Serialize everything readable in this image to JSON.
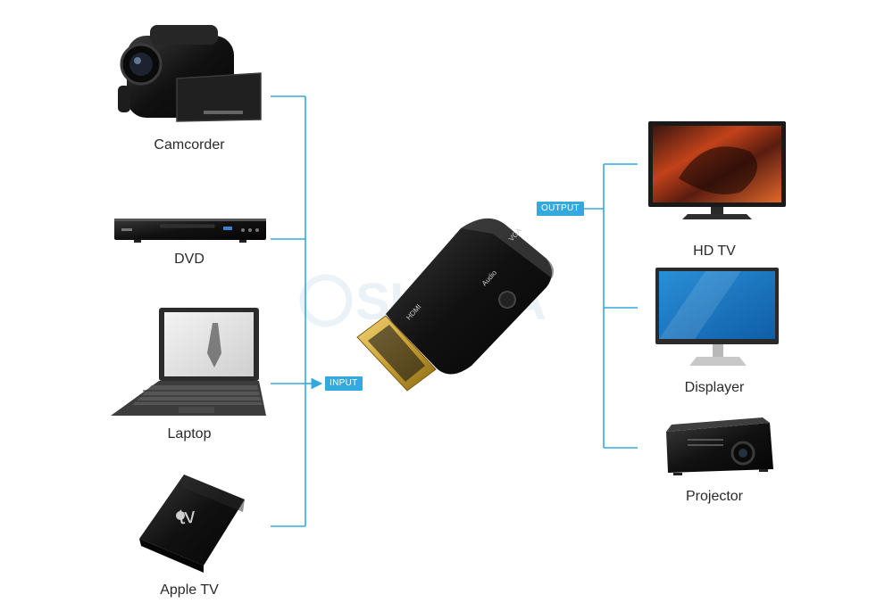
{
  "inputs": [
    {
      "label": "Camcorder",
      "icon": "camcorder-icon"
    },
    {
      "label": "DVD",
      "icon": "dvd-player-icon"
    },
    {
      "label": "Laptop",
      "icon": "laptop-icon"
    },
    {
      "label": "Apple TV",
      "icon": "apple-tv-icon"
    }
  ],
  "outputs": [
    {
      "label": "HD TV",
      "icon": "hd-tv-icon"
    },
    {
      "label": "Displayer",
      "icon": "monitor-icon"
    },
    {
      "label": "Projector",
      "icon": "projector-icon"
    }
  ],
  "adapter": {
    "hdmi_text": "HDMI",
    "vga_text": "VGA",
    "audio_text": "Audio"
  },
  "tags": {
    "input": "INPUT",
    "output": "OUTPUT"
  },
  "watermark": "SUINYA",
  "appletv_logo_text": "tv",
  "colors": {
    "connector": "#35a9dd",
    "tag_bg": "#35a9dd",
    "tag_text": "#ffffff",
    "device_dark": "#1a1a1a",
    "gold": "#c9a032"
  }
}
